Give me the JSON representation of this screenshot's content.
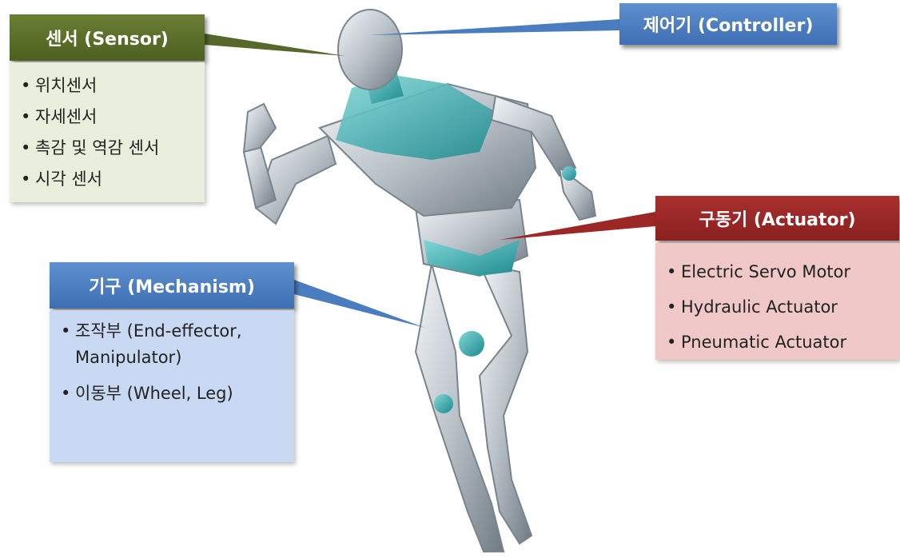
{
  "sensor": {
    "title": "센서 (Sensor)",
    "items": [
      "위치센서",
      "자세센서",
      "촉감 및 역감 센서",
      "시각 센서"
    ]
  },
  "controller": {
    "title": "제어기 (Controller)"
  },
  "mechanism": {
    "title": "기구 (Mechanism)",
    "items": [
      "조작부 (End-effector, Manipulator)",
      "이동부 (Wheel, Leg)"
    ]
  },
  "actuator": {
    "title": "구동기 (Actuator)",
    "items": [
      "Electric Servo Motor",
      "Hydraulic Actuator",
      "Pneumatic Actuator"
    ]
  },
  "colors": {
    "sensor": "#56692a",
    "controller": "#4a7cc0",
    "mechanism": "#4a7cc0",
    "actuator": "#9b2726"
  }
}
